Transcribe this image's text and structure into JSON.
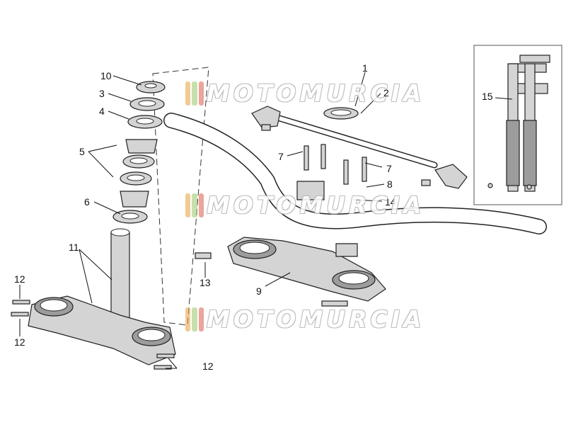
{
  "callouts": [
    {
      "id": "c10",
      "text": "10"
    },
    {
      "id": "c3",
      "text": "3"
    },
    {
      "id": "c4",
      "text": "4"
    },
    {
      "id": "c5",
      "text": "5"
    },
    {
      "id": "c6",
      "text": "6"
    },
    {
      "id": "c11",
      "text": "11"
    },
    {
      "id": "c12a",
      "text": "12"
    },
    {
      "id": "c12b",
      "text": "12"
    },
    {
      "id": "c12c",
      "text": "12"
    },
    {
      "id": "c1",
      "text": "1"
    },
    {
      "id": "c2",
      "text": "2"
    },
    {
      "id": "c7a",
      "text": "7"
    },
    {
      "id": "c7b",
      "text": "7"
    },
    {
      "id": "c8",
      "text": "8"
    },
    {
      "id": "c14",
      "text": "14"
    },
    {
      "id": "c13",
      "text": "13"
    },
    {
      "id": "c9",
      "text": "9"
    },
    {
      "id": "c15",
      "text": "15"
    }
  ],
  "watermark": {
    "text": "MOTOMURCIA",
    "stripe_colors": [
      "#e4a43a",
      "#9cc66a",
      "#e05a4a"
    ]
  }
}
